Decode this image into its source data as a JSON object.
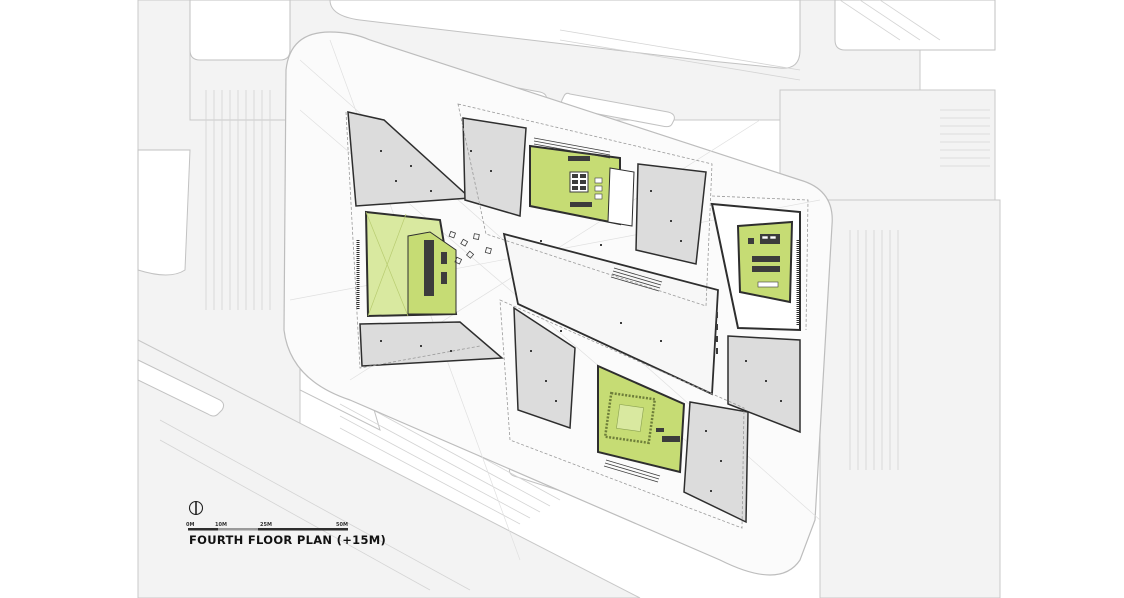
{
  "title": "FOURTH FLOOR PLAN (+15M)",
  "scale_bar": {
    "labels": [
      "0M",
      "10M",
      "25M",
      "50M"
    ]
  },
  "north_arrow": "north-arrow-icon",
  "colors": {
    "paper": "#ffffff",
    "road": "#f2f2f2",
    "road_line": "#c9c9c9",
    "podium": "#fafafa",
    "void": "#dcdcdc",
    "wall": "#2e2e2e",
    "green_room": "#c6dc74",
    "green_light": "#d9e9a0",
    "furniture": "#3c3c3c"
  }
}
